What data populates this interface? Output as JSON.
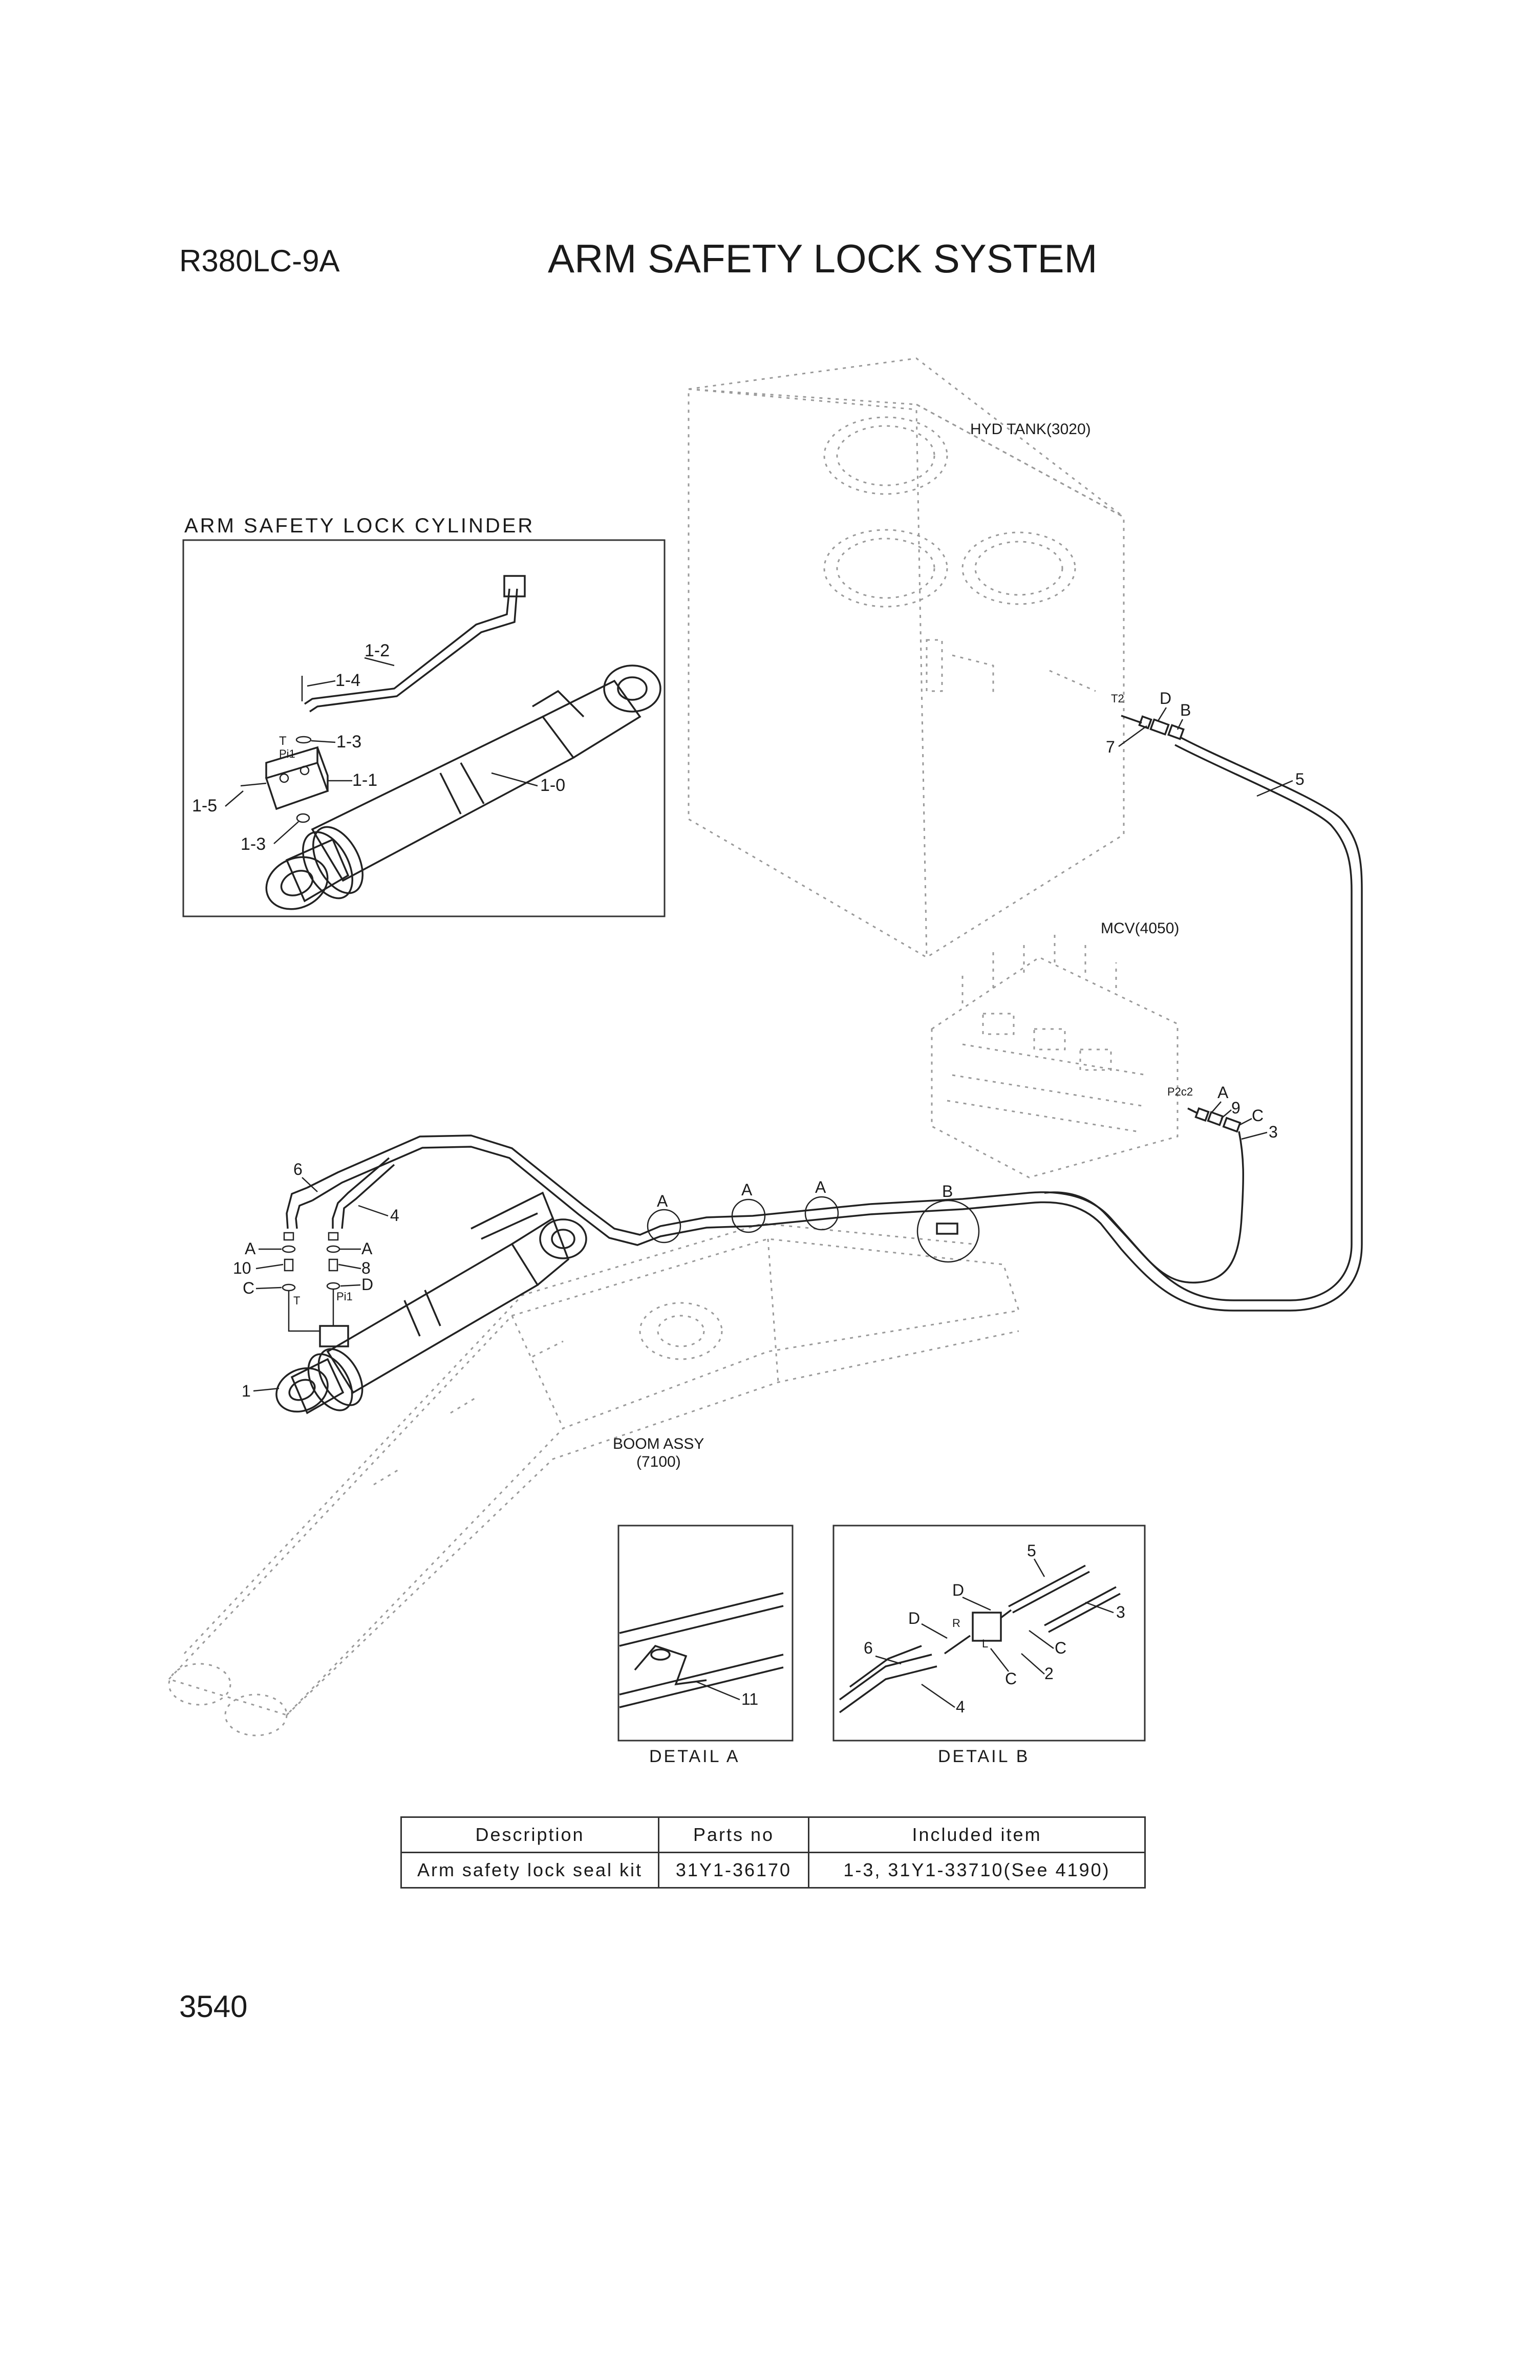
{
  "header": {
    "model": "R380LC-9A",
    "title": "ARM SAFETY LOCK SYSTEM"
  },
  "page_number": "3540",
  "diagram": {
    "hyd_tank_label": "HYD TANK(3020)",
    "mcv_label": "MCV(4050)",
    "boom_label_line1": "BOOM ASSY",
    "boom_label_line2": "(7100)",
    "inset_title": "ARM SAFETY LOCK CYLINDER",
    "inset_callouts": {
      "p1_2": "1-2",
      "p1_4": "1-4",
      "p1_3a": "1-3",
      "p1_1": "1-1",
      "p1_5": "1-5",
      "p1_3b": "1-3",
      "p1_0": "1-0",
      "port_t": "T",
      "port_pi1": "Pi1"
    },
    "tank_callouts": {
      "t2": "T2",
      "d": "D",
      "b": "B",
      "n7": "7",
      "n5": "5"
    },
    "mcv_callouts": {
      "p2c2": "P2c2",
      "a": "A",
      "n9": "9",
      "c": "C",
      "n3": "3"
    },
    "main_callouts": {
      "n6": "6",
      "n4": "4",
      "a1": "A",
      "a2": "A",
      "n10": "10",
      "n8": "8",
      "c": "C",
      "d": "D",
      "t": "T",
      "pi1": "Pi1",
      "n1": "1"
    },
    "clamp_markers": {
      "a1": "A",
      "a2": "A",
      "a3": "A",
      "b": "B"
    },
    "detail_a": {
      "caption": "DETAIL  A",
      "callout_11": "11"
    },
    "detail_b": {
      "caption": "DETAIL  B",
      "n5": "5",
      "d1": "D",
      "r": "R",
      "d2": "D",
      "l": "L",
      "n3": "3",
      "n6": "6",
      "c1": "C",
      "c2": "C",
      "n2": "2",
      "n4": "4"
    }
  },
  "parts_table": {
    "headers": [
      "Description",
      "Parts no",
      "Included item"
    ],
    "rows": [
      [
        "Arm safety lock seal kit",
        "31Y1-36170",
        "1-3, 31Y1-33710(See 4190)"
      ]
    ]
  }
}
